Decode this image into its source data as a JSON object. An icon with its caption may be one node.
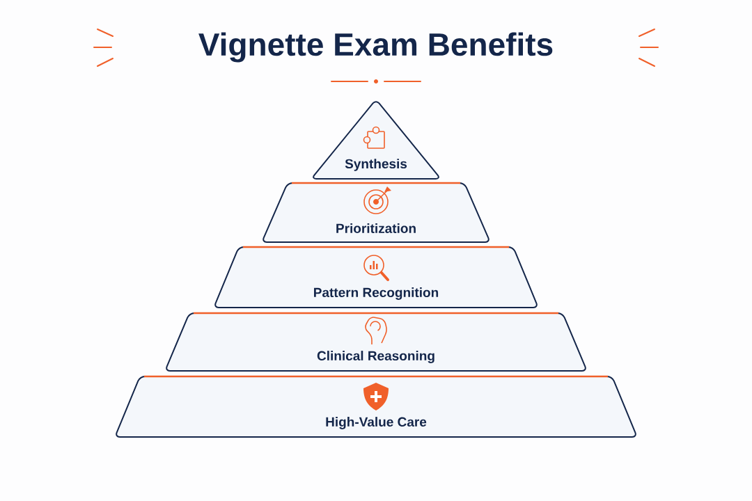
{
  "diagram": {
    "title": "Vignette Exam Benefits",
    "nodes": [
      {
        "text": [
          "Synthesis"
        ]
      },
      {
        "text": [
          "Prioritization"
        ]
      },
      {
        "text": [
          "Pattern Recognition"
        ]
      },
      {
        "text": [
          "Clinical Reasoning"
        ]
      },
      {
        "text": [
          "High-Value Care"
        ]
      }
    ]
  }
}
